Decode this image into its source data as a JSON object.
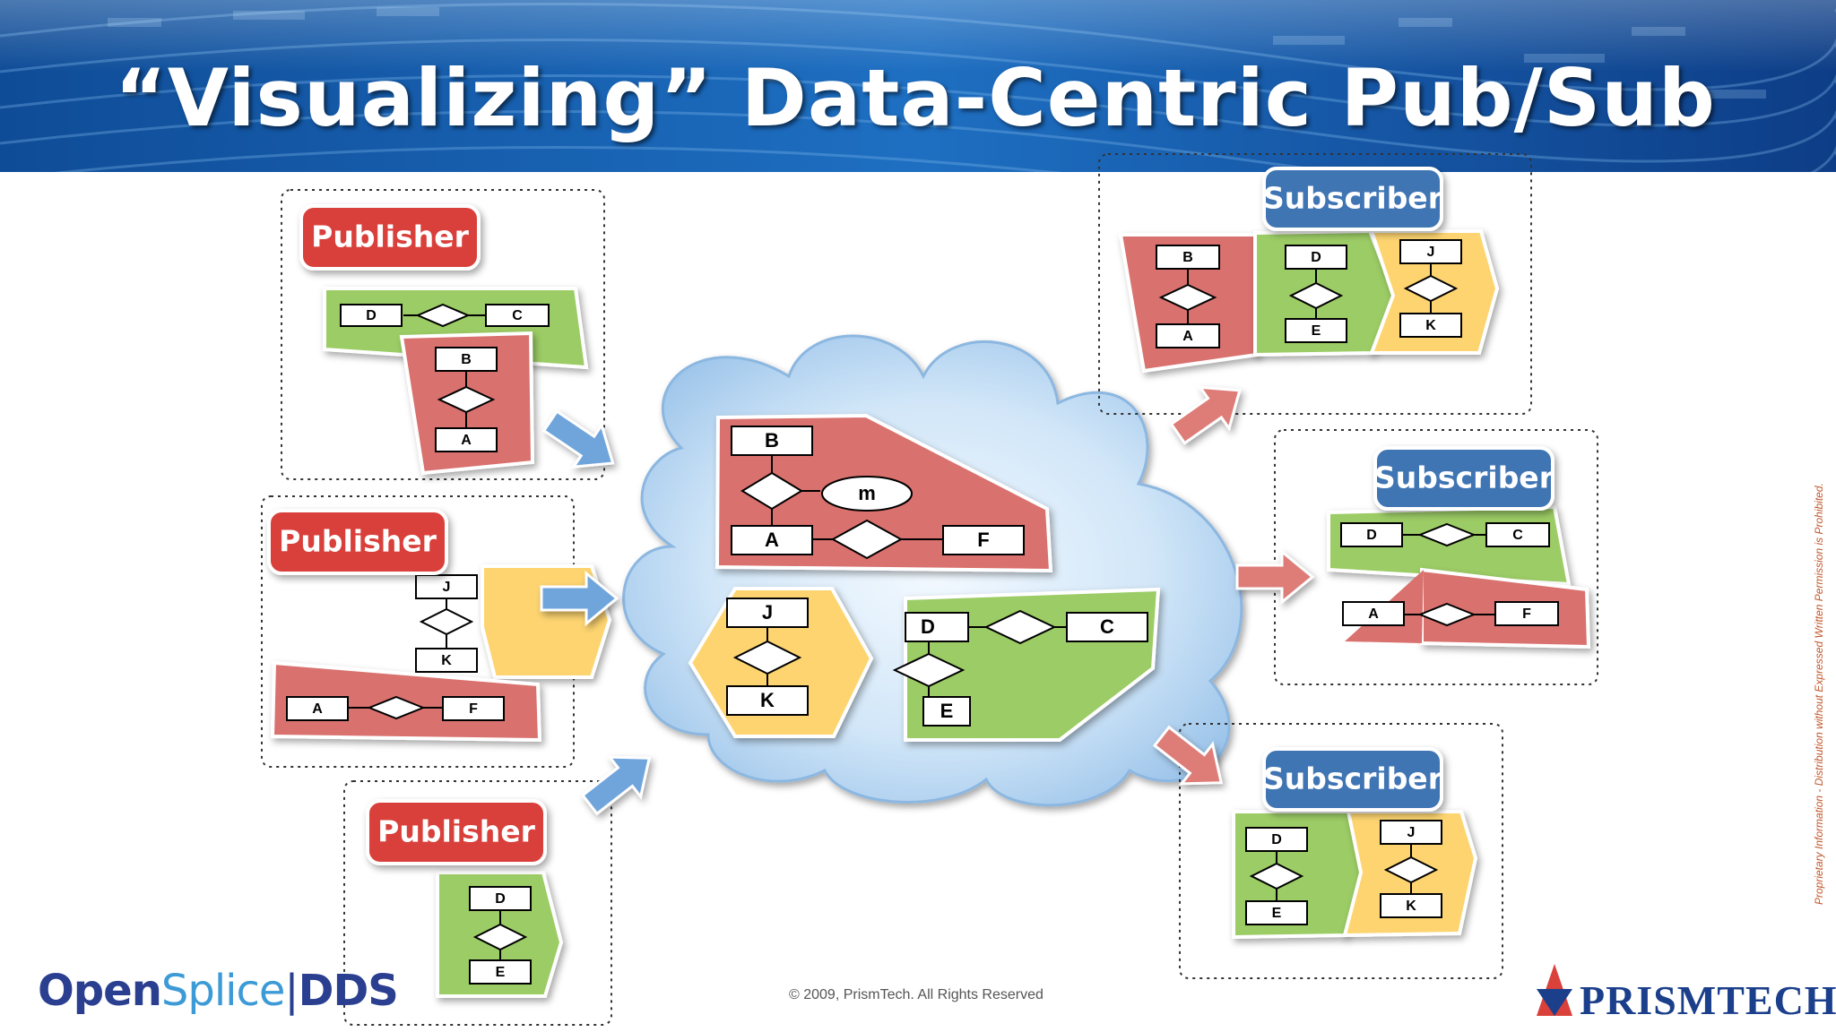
{
  "title": "“Visualizing” Data-Centric Pub/Sub",
  "roles": {
    "publisher": "Publisher",
    "subscriber": "Subscriber"
  },
  "labels": {
    "A": "A",
    "B": "B",
    "C": "C",
    "D": "D",
    "E": "E",
    "F": "F",
    "J": "J",
    "K": "K",
    "m": "m"
  },
  "footer": {
    "copyright": "© 2009, PrismTech. All Rights Reserved",
    "proprietary": "Proprietary Information  - Distribution without Expressed Written Permission is Prohibited."
  },
  "logos": {
    "opensplice_a": "Open",
    "opensplice_b": "Splice",
    "opensplice_sep": "|",
    "opensplice_c": "DDS",
    "prismtech": "PRISMTECH"
  },
  "colors": {
    "publisher_badge": "#d9413a",
    "subscriber_badge": "#3f74b4",
    "red_topic": "#d9716e",
    "green_topic": "#9ccc65",
    "yellow_topic": "#fdd470",
    "arrow_in": "#6fa5dc",
    "arrow_out": "#de7c78",
    "cloud": "#b9d8f3"
  }
}
